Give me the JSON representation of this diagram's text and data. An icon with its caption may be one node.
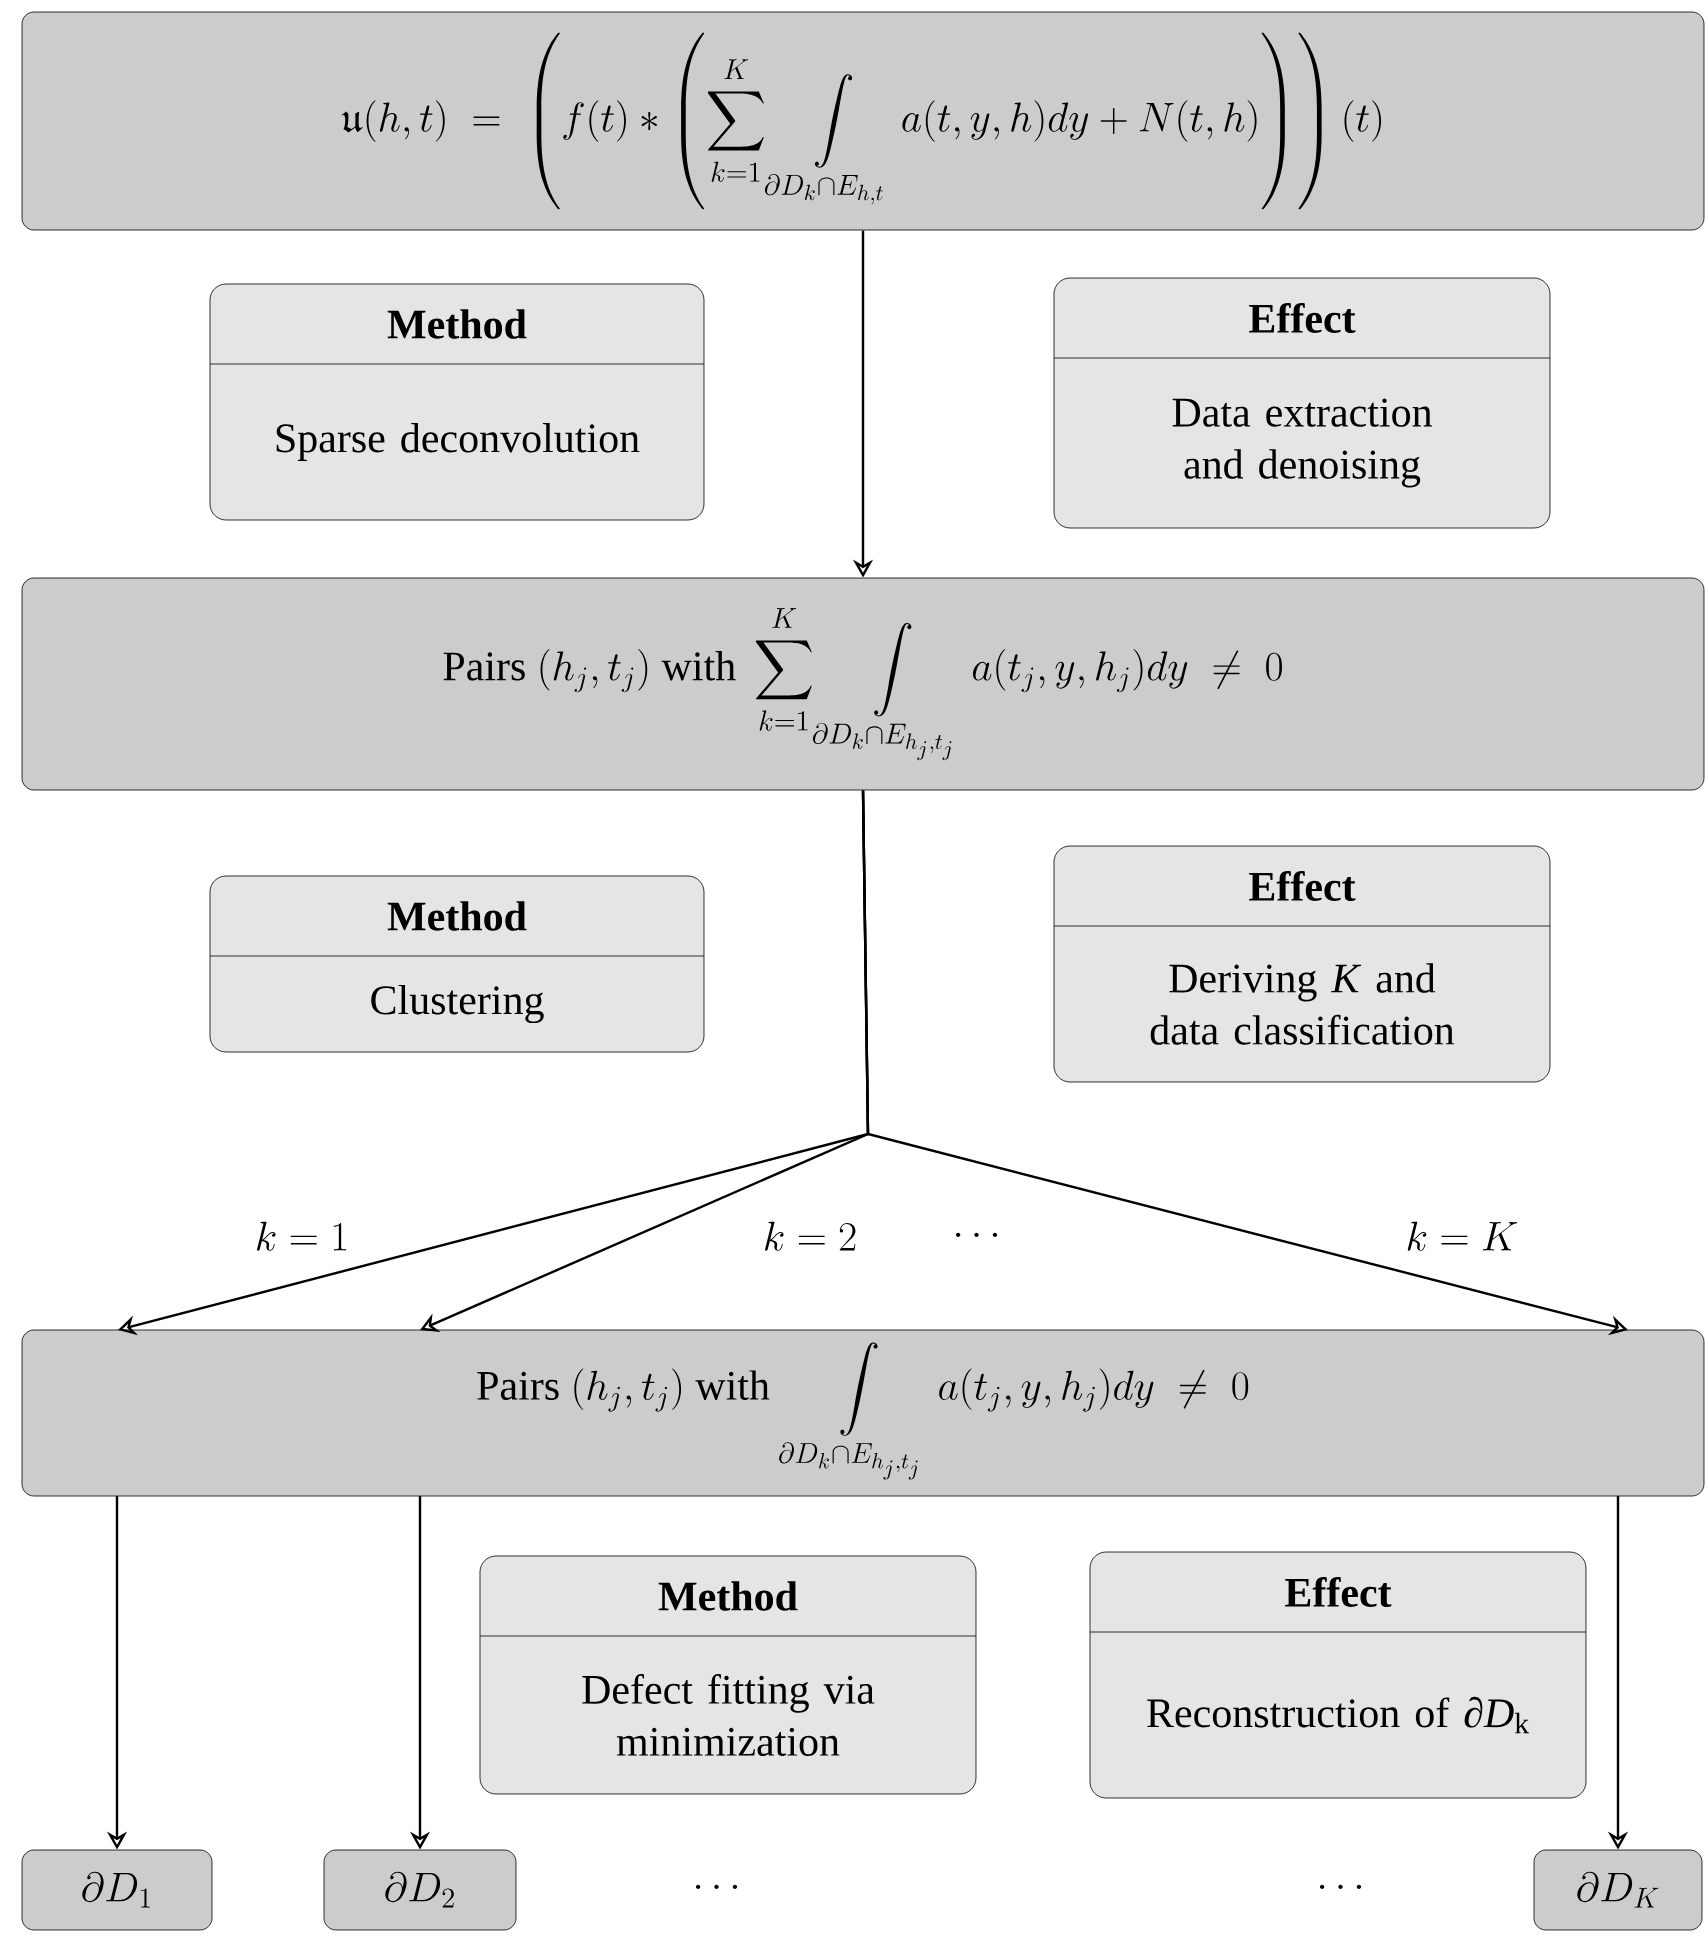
{
  "diagram": {
    "nodes": [
      {
        "text": [
          "\\mathfrak{u}(h,t)\\;=\\;\\left(f(t)*\\left(\\sum_{k=1}^{K}\\int\\limits_{\\partial D_k\\cap E_{h,t}} a(t,y,h)dy+N(t,h)\\right)\\right)(t)"
        ]
      },
      {
        "text": [
          "Method",
          "Sparse deconvolution"
        ]
      },
      {
        "text": [
          "Effect",
          "Data extraction and denoising"
        ]
      },
      {
        "text": [
          "\\text{Pairs } (h_j,t_j) \\text{ with } \\sum_{k=1}^{K}\\int\\limits_{\\partial D_k\\cap E_{h_j,t_j}} a(t_j,y,h_j)dy\\;\\neq\\;0"
        ]
      },
      {
        "text": [
          "Method",
          "Clustering"
        ]
      },
      {
        "text": [
          "Effect",
          "Deriving *K* and data classification"
        ]
      },
      {
        "text": [
          "\\text{Pairs } (h_j,t_j) \\text{ with } \\int\\limits_{\\partial D_k\\cap E_{h_j,t_j}} a(t_j,y,h_j)dy\\;\\neq\\;0"
        ]
      },
      {
        "text": [
          "Method",
          "Defect fitting via minimization"
        ]
      },
      {
        "text": [
          "Effect",
          "Reconstruction of ∂*D*$_{k}$"
        ]
      },
      {
        "text": [
          "\\partial D_1"
        ]
      },
      {
        "text": [
          "\\partial D_2"
        ]
      },
      {
        "text": [
          "\\partial D_K"
        ]
      }
    ],
    "edges": [
      {
        "from": 0,
        "to": 3,
        "arrow": "to"
      },
      {
        "from": 3,
        "to": 6,
        "arrow": "to",
        "label": "k = 1"
      },
      {
        "from": 3,
        "to": 6,
        "arrow": "to",
        "label": "k = 2"
      },
      {
        "from": 3,
        "to": 6,
        "arrow": "to",
        "label": "k = K"
      },
      {
        "from": 6,
        "to": 9,
        "arrow": "to"
      },
      {
        "from": 6,
        "to": 10,
        "arrow": "to"
      },
      {
        "from": 6,
        "to": 11,
        "arrow": "to"
      }
    ],
    "labels": [
      "\\cdots",
      "\\cdots",
      "\\cdots"
    ]
  }
}
